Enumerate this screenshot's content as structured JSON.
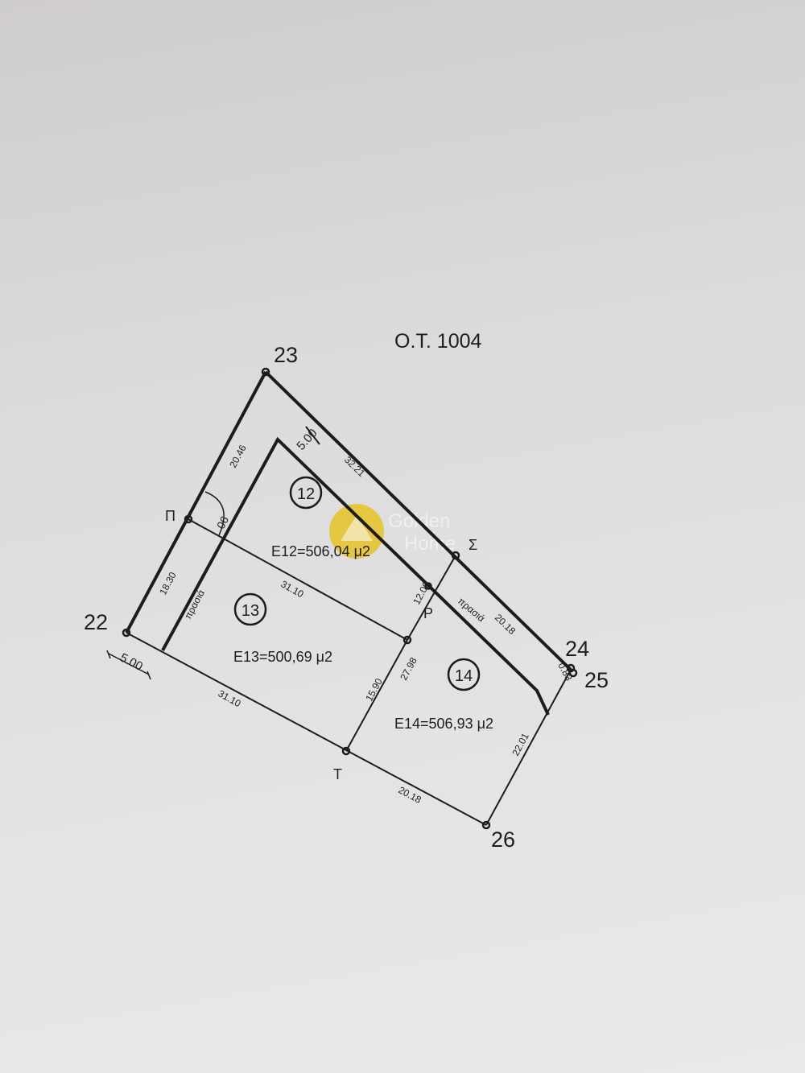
{
  "block_title": "Ο.Τ. 1004",
  "points": {
    "p22": "22",
    "p23": "23",
    "p24": "24",
    "p25": "25",
    "p26": "26",
    "pi": "Π",
    "sigma": "Σ",
    "rho": "Ρ",
    "tau": "Τ"
  },
  "dimensions": {
    "d2046": "20.46",
    "d3221": "32.21",
    "d500_top": "5.00",
    "d500_bottom": "5.00",
    "d1830": "18.30",
    "d3110_mid": "31.10",
    "d3110_bottom": "31.10",
    "d1200": "12.00",
    "d2018_top": "20.18",
    "d2018_bottom": "20.18",
    "d2798": "27.98",
    "d1590": "15.90",
    "d2201": "22.01",
    "d083": "0.83",
    "angle": "90"
  },
  "setback_labels": {
    "left": "πρασιά",
    "right": "πρασιά"
  },
  "plots": [
    {
      "number": "12",
      "area": "Ε12=506,04 μ2"
    },
    {
      "number": "13",
      "area": "Ε13=500,69 μ2"
    },
    {
      "number": "14",
      "area": "Ε14=506,93 μ2"
    }
  ],
  "watermark": {
    "line1": "Golden",
    "line2": "Home",
    "color": "#e8c21c"
  }
}
